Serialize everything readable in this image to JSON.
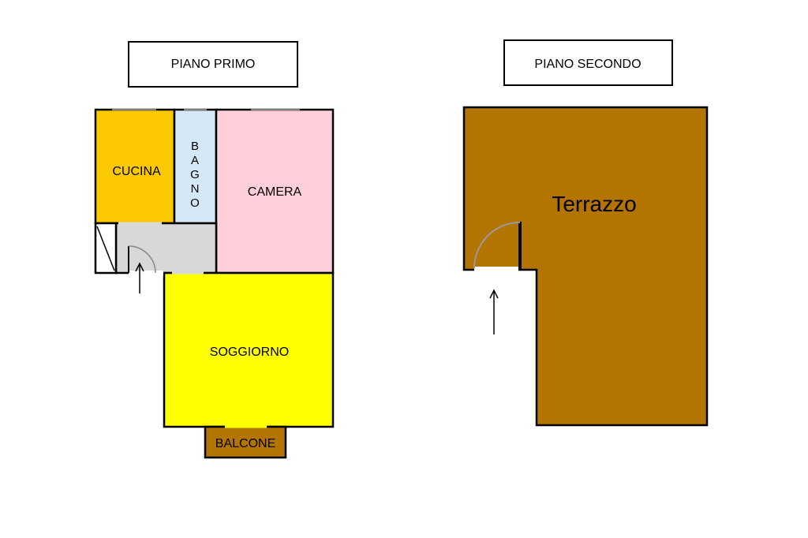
{
  "floors": {
    "first": {
      "title": "PIANO PRIMO",
      "rooms": {
        "kitchen": "CUCINA",
        "bathroom": "BAGNO",
        "bedroom": "CAMERA",
        "living": "SOGGIORNO",
        "balcony": "BALCONE"
      }
    },
    "second": {
      "title": "PIANO SECONDO",
      "rooms": {
        "terrace": "Terrazzo"
      }
    }
  },
  "colors": {
    "kitchen": "#fcc800",
    "bathroom": "#d4e8f8",
    "bedroom": "#ffd0da",
    "hallway": "#d8d8d8",
    "living": "#ffff00",
    "balcony": "#b37400",
    "terrace": "#b37400",
    "walls": "#000000"
  }
}
